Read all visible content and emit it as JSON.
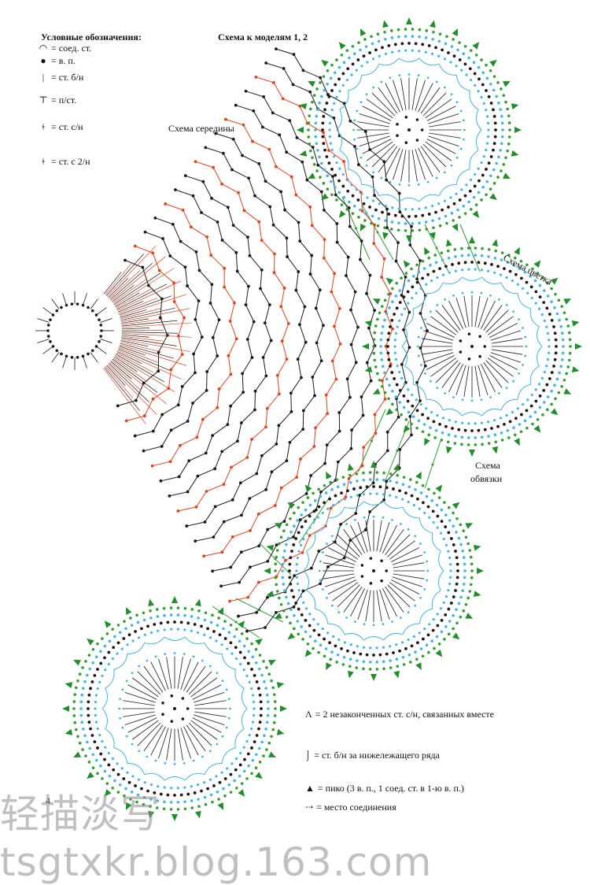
{
  "legend": {
    "title": "Условные обозначения:",
    "items": [
      {
        "symbol": "◠",
        "text": "= соед. ст."
      },
      {
        "symbol": "●",
        "text": "= в. п."
      },
      {
        "symbol": "|",
        "text": "= ст. б/н"
      },
      {
        "symbol": "⊤",
        "text": "= п/ст."
      },
      {
        "symbol": "ǂ",
        "text": "= ст. с/н"
      },
      {
        "symbol": "ǂ",
        "text": "= ст. с 2/н"
      }
    ]
  },
  "scheme_title": "Схема к моделям 1, 2",
  "labels": {
    "middle": "Схема середины",
    "flower": "Схема цветка",
    "edging_1": "Схема",
    "edging_2": "обвязки"
  },
  "bottom_legend": [
    {
      "symbol": "Λ",
      "text": "= 2 незаконченных ст. с/н, связанных вместе"
    },
    {
      "symbol": "⌡",
      "text": "= ст. б/н за нижележащего ряда"
    },
    {
      "symbol": "▲",
      "text": "= пико (3 в. п., 1 соед. ст. в 1-ю в. п.)"
    },
    {
      "symbol": "⇢",
      "text": "= место соединения"
    }
  ],
  "watermark": "轻描淡写  tsgtxkr.blog.163.com",
  "page_number": "4",
  "colors": {
    "black": "#1a1a1a",
    "red": "#e8401c",
    "light_blue": "#3fb8e8",
    "green": "#2fa02f",
    "pico_green": "#1f8f2a"
  }
}
